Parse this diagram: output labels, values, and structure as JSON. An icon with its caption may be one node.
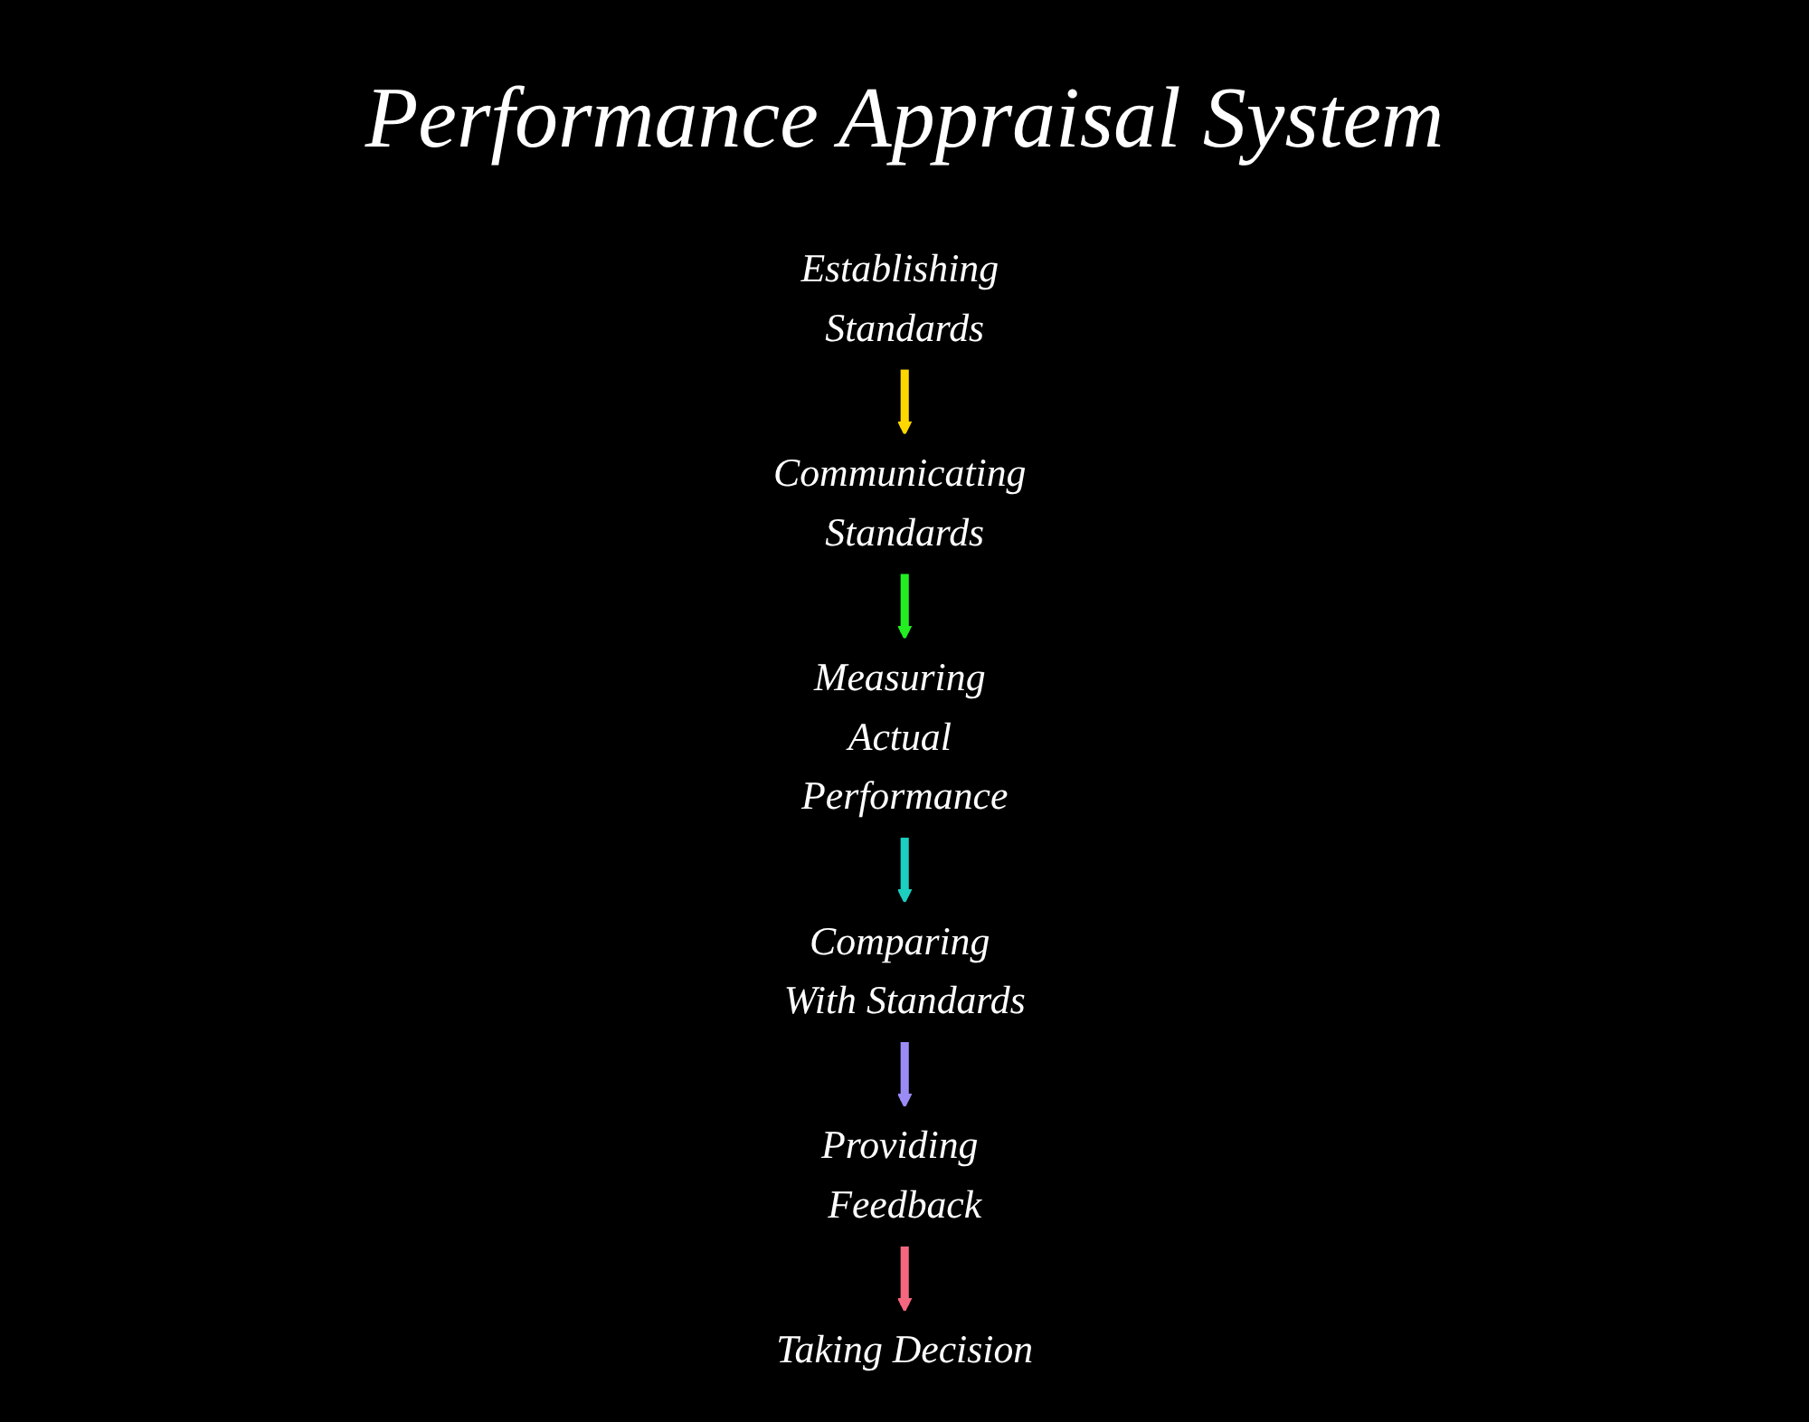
{
  "diagram": {
    "title": "Performance Appraisal System",
    "nodes": [
      {
        "text": [
          "Establishing Standards"
        ]
      },
      {
        "text": [
          "Communicating Standards"
        ]
      },
      {
        "text": [
          "Measuring Actual Performance"
        ]
      },
      {
        "text": [
          "Comparing With Standards"
        ]
      },
      {
        "text": [
          "Providing Feedback"
        ]
      },
      {
        "text": [
          "Taking Decision"
        ]
      }
    ],
    "edges": [
      {
        "from": 0,
        "to": 1,
        "arrow": "to",
        "color": "#ffd700"
      },
      {
        "from": 1,
        "to": 2,
        "arrow": "to",
        "color": "#22ee22"
      },
      {
        "from": 2,
        "to": 3,
        "arrow": "to",
        "color": "#1ccfc0"
      },
      {
        "from": 3,
        "to": 4,
        "arrow": "to",
        "color": "#9b8cf5"
      },
      {
        "from": 4,
        "to": 5,
        "arrow": "to",
        "color": "#f5677e"
      }
    ]
  }
}
